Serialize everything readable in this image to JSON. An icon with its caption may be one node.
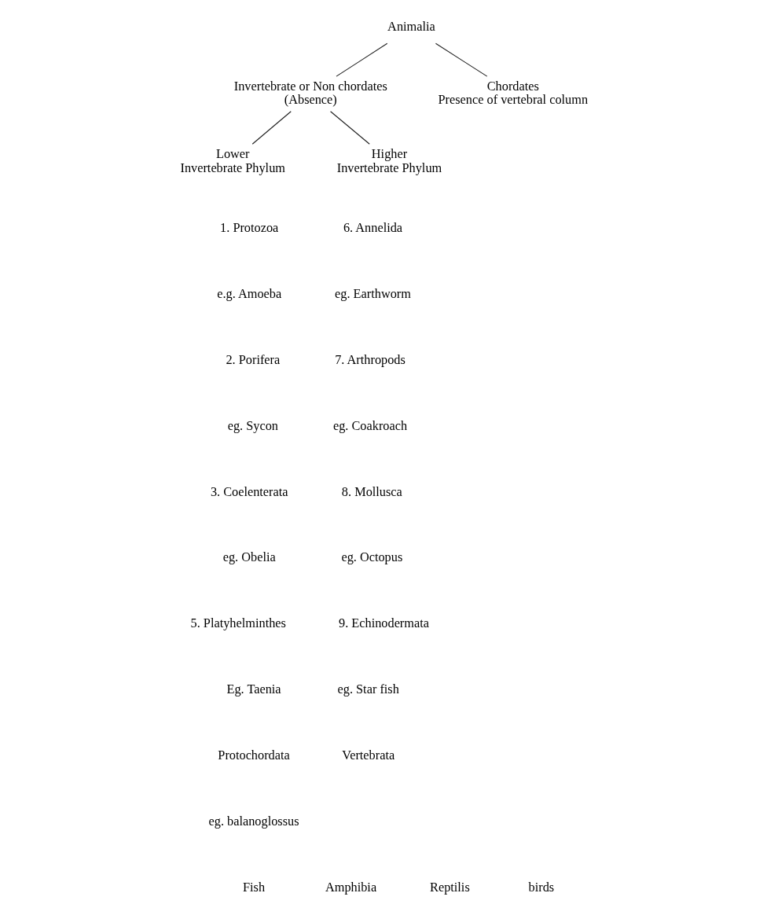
{
  "diagram": {
    "nodes": [
      {
        "text": [
          "Animalia"
        ]
      },
      {
        "text": [
          "Invertebrate or Non chordates",
          "(Absence)"
        ]
      },
      {
        "text": [
          "Chordates",
          "Presence of vertebral column"
        ]
      },
      {
        "text": [
          "Lower",
          "Invertebrate Phylum"
        ]
      },
      {
        "text": [
          "Higher",
          "Invertebrate Phylum"
        ]
      }
    ],
    "edges": [
      {
        "from": 0,
        "to": 1,
        "arrow": "none"
      },
      {
        "from": 0,
        "to": 2,
        "arrow": "none"
      },
      {
        "from": 1,
        "to": 3,
        "arrow": "none"
      },
      {
        "from": 1,
        "to": 4,
        "arrow": "none"
      }
    ],
    "labels": [
      "1. Protozoa",
      "6. Annelida",
      "e.g. Amoeba",
      "eg. Earthworm",
      "2. Porifera",
      "7. Arthropods",
      "eg. Sycon",
      "eg. Coakroach",
      "3. Coelenterata",
      "8. Mollusca",
      "eg. Obelia",
      "eg. Octopus",
      "5. Platyhelminthes",
      "9. Echinodermata",
      "Eg. Taenia",
      "eg. Star fish",
      "Protochordata",
      "Vertebrata",
      "eg. balanoglossus",
      "Fish",
      "Amphibia",
      "Reptilis",
      "birds"
    ]
  }
}
